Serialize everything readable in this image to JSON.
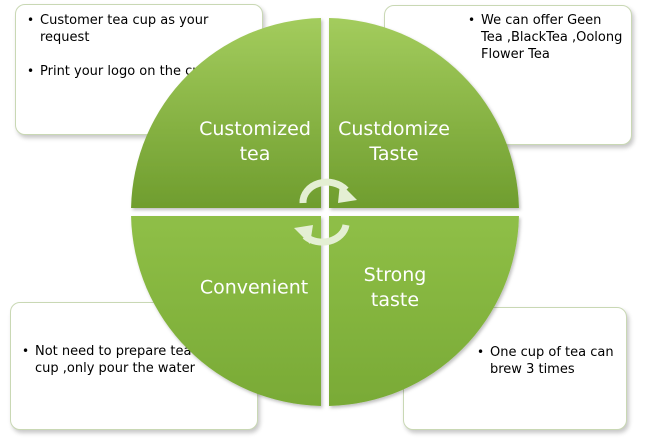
{
  "quadrants": [
    {
      "id": "top-left",
      "label": "Customized\ntea"
    },
    {
      "id": "top-right",
      "label": "Custdomize\nTaste"
    },
    {
      "id": "bottom-left",
      "label": "Convenient"
    },
    {
      "id": "bottom-right",
      "label": "Strong\ntaste"
    }
  ],
  "callouts": {
    "top_left": [
      "Customer tea cup as your request",
      "Print your  logo on the cup"
    ],
    "top_right": [
      "We can  offer  Geen Tea ,BlackTea ,Oolong Flower Tea"
    ],
    "bottom_left": [
      "Not need to prepare tea and tea cup ,only pour the water"
    ],
    "bottom_right": [
      "One cup of tea  can brew 3 times"
    ]
  },
  "colors": {
    "circle_light": "#a3cc5d",
    "circle_dark": "#6f9d2e",
    "arrow": "#e4efd3",
    "callout_border": "#c9d8b4"
  }
}
